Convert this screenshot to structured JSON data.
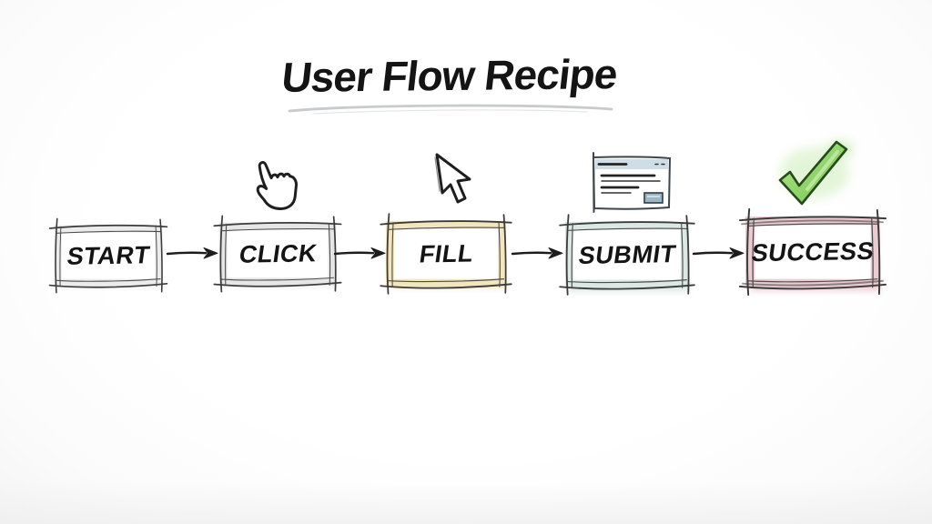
{
  "title": "User Flow Recipe",
  "flow": {
    "steps": [
      {
        "label": "START",
        "icon": "none",
        "tint": "#ececec"
      },
      {
        "label": "CLICK",
        "icon": "hand-cursor-icon",
        "tint": "#e6e6e6"
      },
      {
        "label": "FILL",
        "icon": "arrow-cursor-icon",
        "tint": "#f3e6bc"
      },
      {
        "label": "SUBMIT",
        "icon": "form-window-icon",
        "tint": "#dbe8e4"
      },
      {
        "label": "SUCCESS",
        "icon": "check-mark-icon",
        "tint": "#eaccd2"
      }
    ],
    "connector": "arrow-right"
  },
  "colors": {
    "ink": "#3b3b3b",
    "arrow": "#1d1d1d",
    "title_underline": "#b4babd",
    "check_green": "#7cc851",
    "form_titlebar": "#cfdde6",
    "form_button": "#9db6c4",
    "background": "#fdfdfd"
  }
}
